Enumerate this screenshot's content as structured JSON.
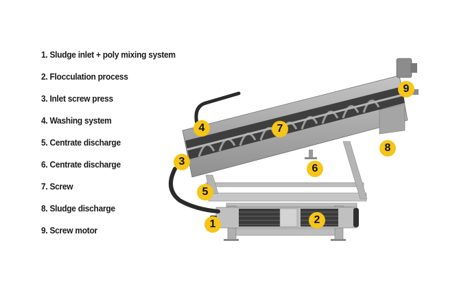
{
  "legend": {
    "items": [
      {
        "label": "1. Sludge inlet + poly mixing system"
      },
      {
        "label": "2. Flocculation process"
      },
      {
        "label": "3. Inlet screw press"
      },
      {
        "label": "4. Washing system"
      },
      {
        "label": "5. Centrate discharge"
      },
      {
        "label": "6. Centrate discharge"
      },
      {
        "label": "7. Screw"
      },
      {
        "label": "8. Sludge discharge"
      },
      {
        "label": "9. Screw motor"
      }
    ]
  },
  "callouts": [
    {
      "number": "1"
    },
    {
      "number": "2"
    },
    {
      "number": "3"
    },
    {
      "number": "4"
    },
    {
      "number": "5"
    },
    {
      "number": "6"
    },
    {
      "number": "7"
    },
    {
      "number": "8"
    },
    {
      "number": "9"
    }
  ],
  "colors": {
    "badge": "#f5c518",
    "machine_body": "#a9a9a9",
    "machine_dark": "#5a5a5a",
    "text": "#1a1a1a"
  }
}
